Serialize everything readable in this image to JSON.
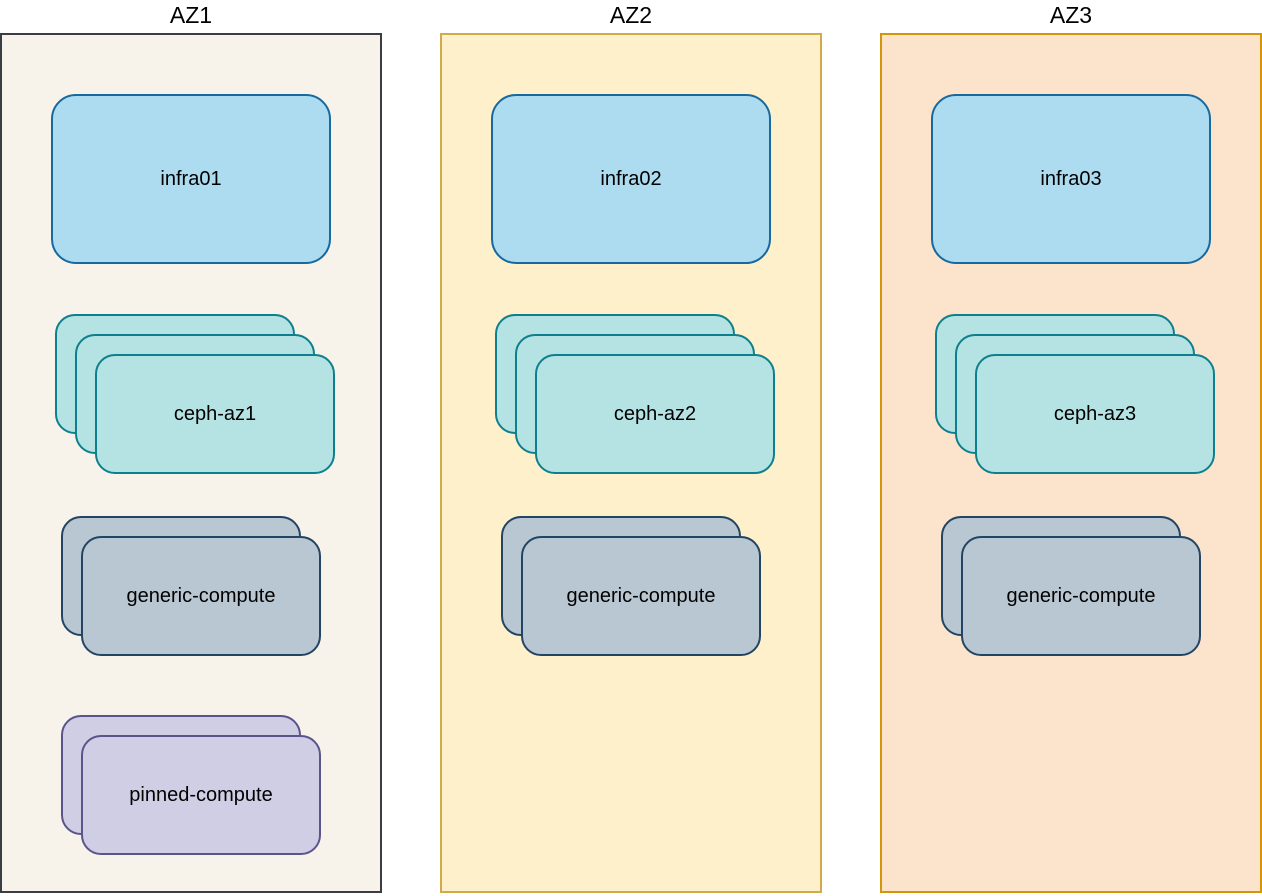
{
  "diagram": {
    "zones": [
      {
        "title": "AZ1",
        "fill": "#f7f3ea",
        "border": "#3a3d43",
        "nodes": {
          "infra": {
            "label": "infra01",
            "count": 1
          },
          "ceph": {
            "label": "ceph-az1",
            "count": 3
          },
          "generic": {
            "label": "generic-compute",
            "count": 2
          },
          "pinned": {
            "label": "pinned-compute",
            "count": 2
          }
        }
      },
      {
        "title": "AZ2",
        "fill": "#fdf0cb",
        "border": "#d0ab4c",
        "nodes": {
          "infra": {
            "label": "infra02",
            "count": 1
          },
          "ceph": {
            "label": "ceph-az2",
            "count": 3
          },
          "generic": {
            "label": "generic-compute",
            "count": 2
          }
        }
      },
      {
        "title": "AZ3",
        "fill": "#fce4cc",
        "border": "#d69408",
        "nodes": {
          "infra": {
            "label": "infra03",
            "count": 1
          },
          "ceph": {
            "label": "ceph-az3",
            "count": 3
          },
          "generic": {
            "label": "generic-compute",
            "count": 2
          }
        }
      }
    ],
    "node_styles": {
      "infra": {
        "fill": "#addcf0",
        "border": "#17699f"
      },
      "ceph": {
        "fill": "#b5e2e2",
        "border": "#0e7f8c"
      },
      "generic": {
        "fill": "#b9c7d2",
        "border": "#234563"
      },
      "pinned": {
        "fill": "#d0cee4",
        "border": "#5b548c"
      }
    }
  }
}
